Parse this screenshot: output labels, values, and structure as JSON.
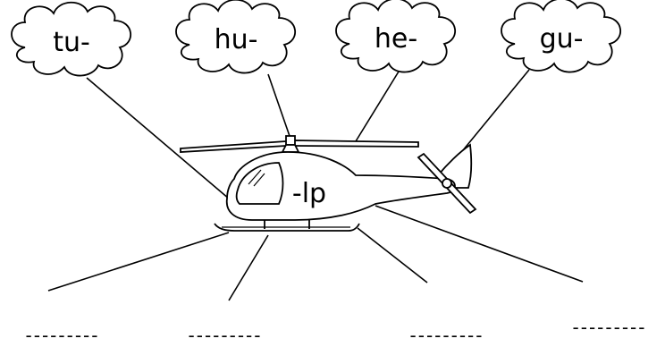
{
  "clouds": [
    {
      "id": "tu",
      "label": "tu-"
    },
    {
      "id": "hu",
      "label": "hu-"
    },
    {
      "id": "he",
      "label": "he-"
    },
    {
      "id": "gu",
      "label": "gu-"
    }
  ],
  "helicopter": {
    "label": "-lp"
  },
  "answer_blanks": [
    {
      "id": "blank-1",
      "text": "---------"
    },
    {
      "id": "blank-2",
      "text": "---------"
    },
    {
      "id": "blank-3",
      "text": "---------"
    },
    {
      "id": "blank-4",
      "text": "---------"
    }
  ]
}
